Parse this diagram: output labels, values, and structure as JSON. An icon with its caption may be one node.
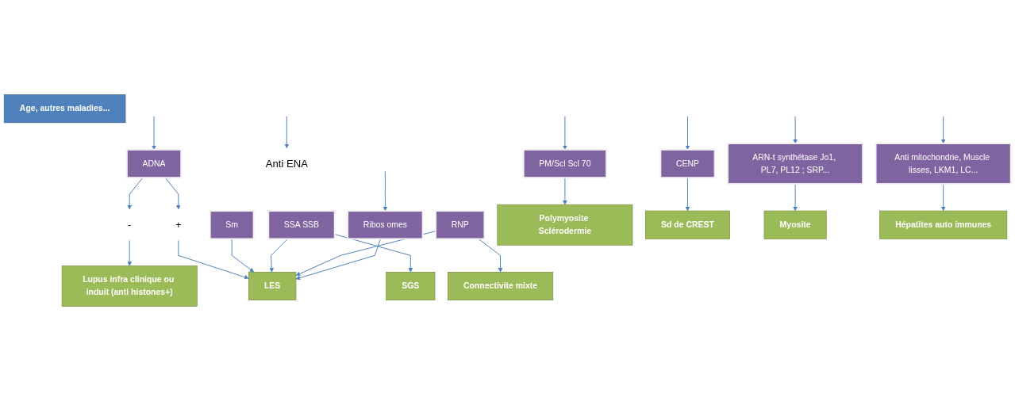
{
  "diagram": {
    "nodes": [
      {
        "text": [
          "ADNA"
        ]
      },
      {
        "text": [
          "Anti ENA"
        ]
      },
      {
        "text": [
          "-"
        ]
      },
      {
        "text": [
          "+"
        ]
      },
      {
        "text": [
          "Sm"
        ]
      },
      {
        "text": [
          "SSA SSB"
        ]
      },
      {
        "text": [
          "RNP"
        ]
      },
      {
        "text": [
          "PM/Scl Scl 70"
        ]
      },
      {
        "text": [
          "CENP"
        ]
      },
      {
        "text": [
          "Ribos omes"
        ]
      },
      {
        "text": [
          "ARN-t synthétase Jo1, PL7, PL12 ; SRP..."
        ]
      },
      {
        "text": [
          "Anti mitochondrie, Muscle lisses, LKM1, LC..."
        ]
      },
      {
        "text": [
          "Lupus infra clinique ou induit (anti histones+)"
        ]
      },
      {
        "text": [
          "Age, autres maladies..."
        ]
      },
      {
        "text": [
          "LES"
        ]
      },
      {
        "text": [
          "SGS"
        ]
      },
      {
        "text": [
          "Connectivite mixte"
        ]
      },
      {
        "text": [
          "Polymyosite Sclérodermie"
        ]
      },
      {
        "text": [
          "Sd de CREST"
        ]
      },
      {
        "text": [
          "Myosite"
        ]
      },
      {
        "text": [
          "Hépatites auto immunes"
        ]
      }
    ],
    "edges": [
      {
        "from": null,
        "to": 0,
        "arrow": "to"
      },
      {
        "from": null,
        "to": 1,
        "arrow": "to"
      },
      {
        "from": null,
        "to": 7,
        "arrow": "to"
      },
      {
        "from": null,
        "to": 8,
        "arrow": "to"
      },
      {
        "from": null,
        "to": 9,
        "arrow": "to"
      },
      {
        "from": null,
        "to": 10,
        "arrow": "to"
      },
      {
        "from": null,
        "to": 11,
        "arrow": "to"
      },
      {
        "from": 0,
        "to": 2,
        "arrow": "to"
      },
      {
        "from": 0,
        "to": 3,
        "arrow": "to"
      },
      {
        "from": 2,
        "to": 12,
        "arrow": "to"
      },
      {
        "from": 3,
        "to": 14,
        "arrow": "to"
      },
      {
        "from": 4,
        "to": 14,
        "arrow": "to"
      },
      {
        "from": 5,
        "to": 14,
        "arrow": "to"
      },
      {
        "from": 6,
        "to": 14,
        "arrow": "to"
      },
      {
        "from": 9,
        "to": 14,
        "arrow": "to"
      },
      {
        "from": 5,
        "to": 15,
        "arrow": "to"
      },
      {
        "from": 6,
        "to": 16,
        "arrow": "to"
      },
      {
        "from": 7,
        "to": 17,
        "arrow": "to"
      },
      {
        "from": 8,
        "to": 18,
        "arrow": "to"
      },
      {
        "from": 10,
        "to": 19,
        "arrow": "to"
      },
      {
        "from": 11,
        "to": 20,
        "arrow": "to"
      }
    ]
  }
}
